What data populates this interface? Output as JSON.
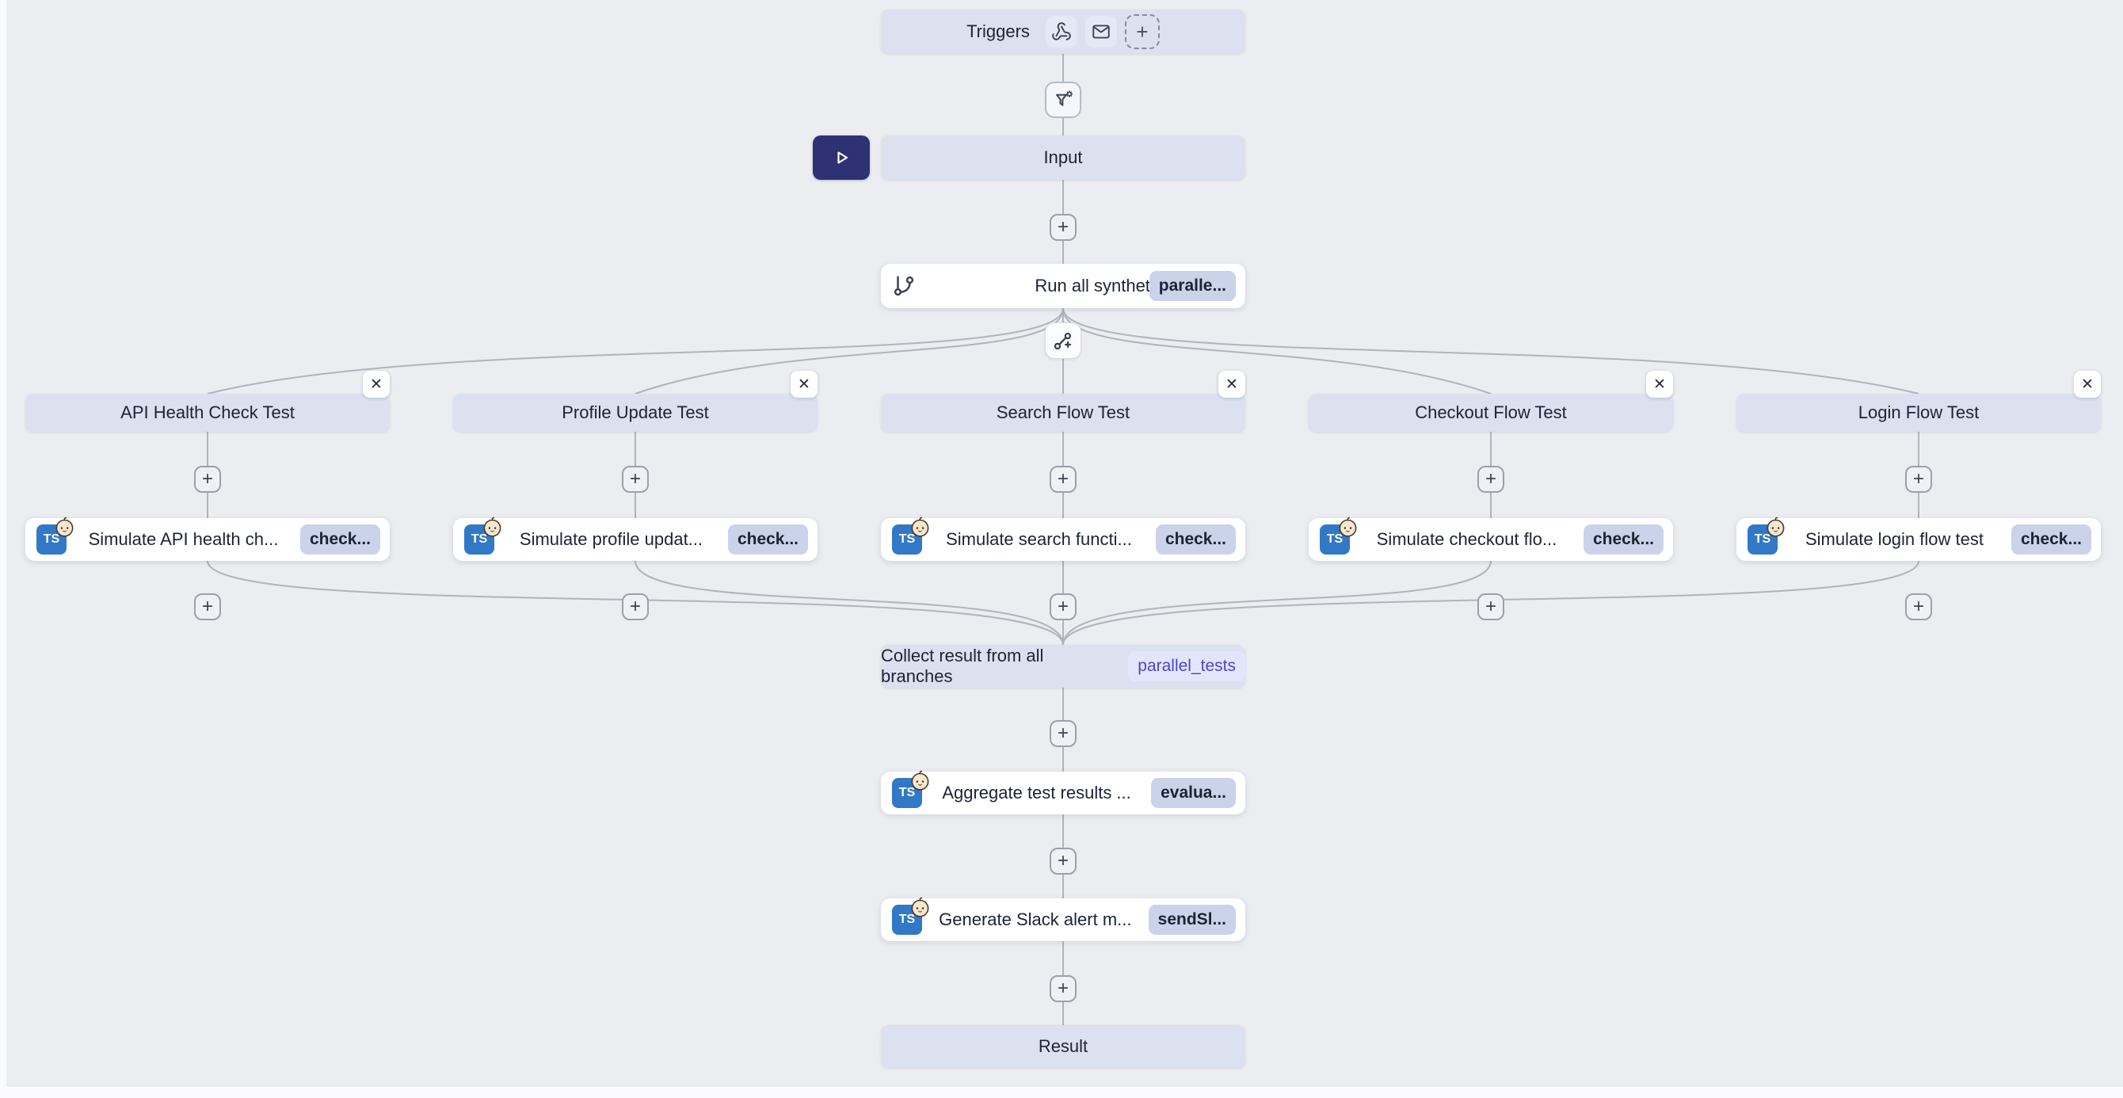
{
  "workflow": {
    "triggers": {
      "label": "Triggers"
    },
    "input": {
      "label": "Input"
    },
    "run": {
      "label": "Run all synthetic monit...",
      "badge": "paralle..."
    },
    "branches": [
      {
        "title": "API Health Check Test",
        "step_label": "Simulate API health ch...",
        "step_badge": "check...",
        "step_icon": "typescript-icon"
      },
      {
        "title": "Profile Update Test",
        "step_label": "Simulate profile updat...",
        "step_badge": "check...",
        "step_icon": "typescript-icon"
      },
      {
        "title": "Search Flow Test",
        "step_label": "Simulate search functi...",
        "step_badge": "check...",
        "step_icon": "typescript-icon"
      },
      {
        "title": "Checkout Flow Test",
        "step_label": "Simulate checkout flo...",
        "step_badge": "check...",
        "step_icon": "typescript-icon"
      },
      {
        "title": "Login Flow Test",
        "step_label": "Simulate login flow test",
        "step_badge": "check...",
        "step_icon": "typescript-icon"
      }
    ],
    "collect": {
      "label": "Collect result from all branches",
      "badge": "parallel_tests"
    },
    "aggregate": {
      "label": "Aggregate test results ...",
      "badge": "evalua...",
      "icon": "typescript-icon"
    },
    "slack": {
      "label": "Generate Slack alert m...",
      "badge": "sendSl...",
      "icon": "typescript-icon"
    },
    "result": {
      "label": "Result"
    },
    "ts_logo_text": "TS"
  },
  "glyphs": {
    "plus": "+",
    "close": "✕"
  },
  "icons": [
    "webhook-icon",
    "mail-icon",
    "add-trigger-icon",
    "filter-gear-icon",
    "git-branch-icon",
    "split-branch-icon",
    "play-icon",
    "typescript-icon",
    "baby-face-icon"
  ],
  "colors": {
    "canvas_bg": "#ebedf1",
    "node_fill": "#dbe1ef",
    "node_white": "#ffffff",
    "badge_fill": "#cbd3ea",
    "badge_text": "#1c2334",
    "ref_badge_fill": "#e3e6fb",
    "ref_badge_text": "#4b45cb",
    "play_button_fill": "#2e3274",
    "typescript_blue": "#3178c6",
    "edge_color": "#b1b3bd"
  }
}
